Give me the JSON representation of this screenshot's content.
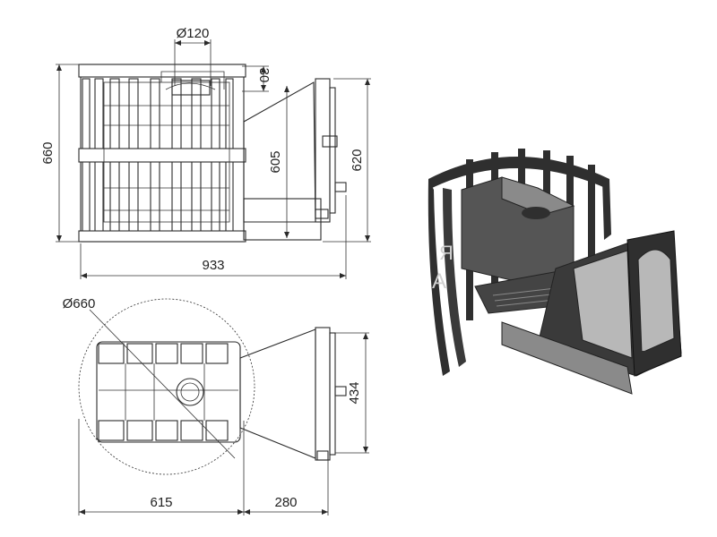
{
  "dimensions": {
    "top_pipe_diameter": "Ø120",
    "top_offset": "30",
    "overall_height": "660",
    "firebox_height": "605",
    "door_height": "620",
    "overall_length": "933",
    "grid_diameter": "Ø660",
    "door_width": "434",
    "body_length": "615",
    "tunnel_length": "280"
  },
  "watermark": {
    "left": "Я",
    "right": "А"
  },
  "colors": {
    "line": "#2a2a2a",
    "metal_dark": "#2f2f2f",
    "metal_mid": "#555555",
    "metal_light": "#8a8a8a",
    "glass": "#b8b8b8"
  }
}
